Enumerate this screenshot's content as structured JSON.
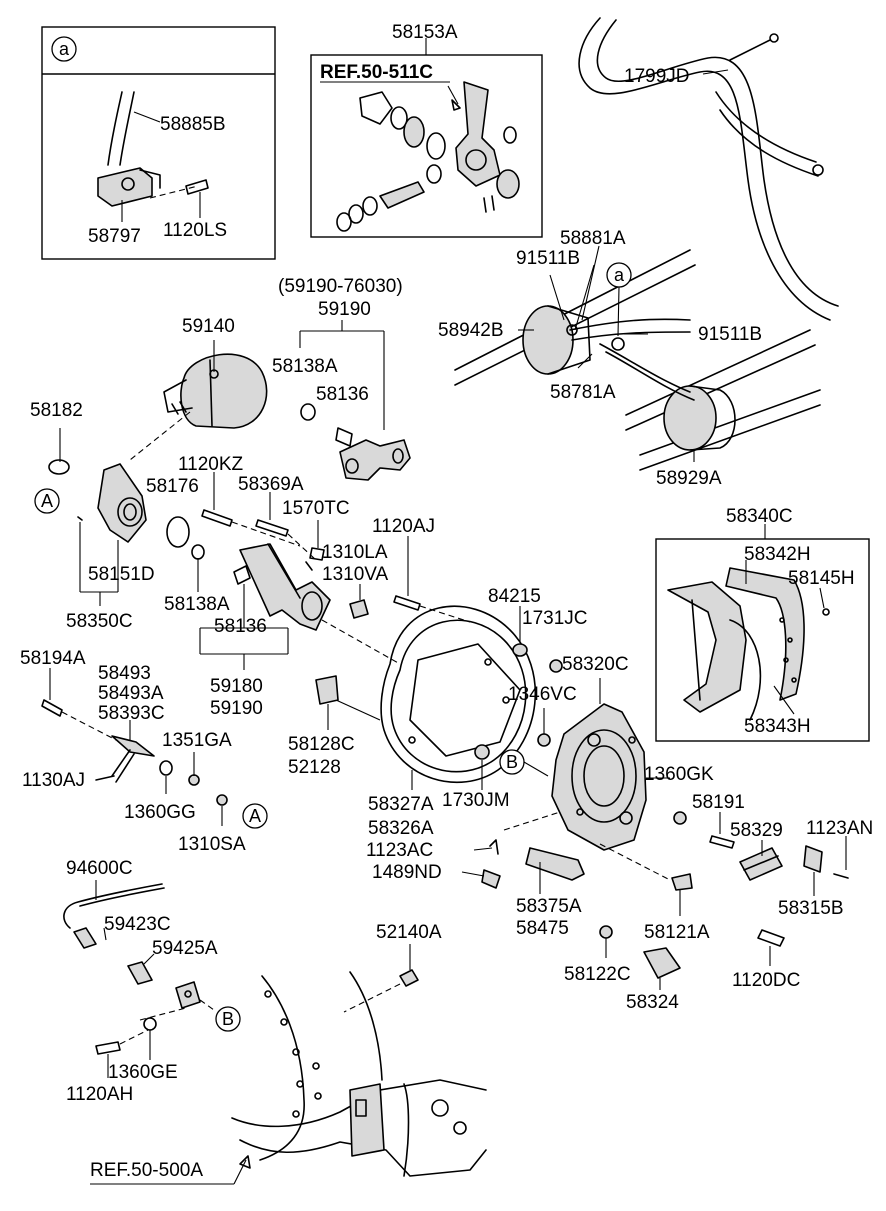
{
  "callouts": {
    "a": "a",
    "A": "A",
    "B": "B"
  },
  "refs": {
    "ref_50_511c": "REF.50-511C",
    "ref_50_500a": "REF.50-500A"
  },
  "parts": {
    "p58153A": "58153A",
    "p1799JD": "1799JD",
    "p58885B": "58885B",
    "p58797": "58797",
    "p1120LS": "1120LS",
    "p58881A": "58881A",
    "p91511B_1": "91511B",
    "p91511B_2": "91511B",
    "p58942B": "58942B",
    "p58781A": "58781A",
    "p58929A": "58929A",
    "p59190_76030": "(59190-76030)",
    "p59190_top": "59190",
    "p59140": "59140",
    "p58138A_1": "58138A",
    "p58136_1": "58136",
    "p58182": "58182",
    "p1120KZ": "1120KZ",
    "p58369A": "58369A",
    "p58176": "58176",
    "p1570TC": "1570TC",
    "p1120AJ": "1120AJ",
    "p1310LA": "1310LA",
    "p1310VA": "1310VA",
    "p58151D": "58151D",
    "p58350C": "58350C",
    "p58138A_2": "58138A",
    "p58136_2": "58136",
    "p84215": "84215",
    "p1731JC": "1731JC",
    "p58340C": "58340C",
    "p58342H": "58342H",
    "p58145H": "58145H",
    "p58343H": "58343H",
    "p58194A": "58194A",
    "p58493": "58493",
    "p58493A": "58493A",
    "p58393C": "58393C",
    "p59180": "59180",
    "p59190_bot": "59190",
    "p58320C": "58320C",
    "p1346VC": "1346VC",
    "p58128C": "58128C",
    "p52128": "52128",
    "p1351GA": "1351GA",
    "p1130AJ": "1130AJ",
    "p1360GG": "1360GG",
    "p1310SA": "1310SA",
    "p58327A": "58327A",
    "p58326A": "58326A",
    "p1730JM": "1730JM",
    "p1360GK": "1360GK",
    "p58191": "58191",
    "p58329": "58329",
    "p1123AN": "1123AN",
    "p1123AC": "1123AC",
    "p1489ND": "1489ND",
    "p58375A": "58375A",
    "p58475": "58475",
    "p58121A": "58121A",
    "p58315B": "58315B",
    "p94600C": "94600C",
    "p59423C": "59423C",
    "p59425A": "59425A",
    "p52140A": "52140A",
    "p58122C": "58122C",
    "p58324": "58324",
    "p1120DC": "1120DC",
    "p1360GE": "1360GE",
    "p1120AH": "1120AH"
  }
}
